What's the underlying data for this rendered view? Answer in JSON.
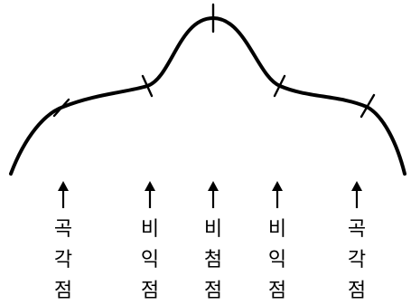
{
  "diagram": {
    "curve_color": "#000000",
    "points": [
      {
        "kind": "inflection",
        "label_chars": [
          "곡",
          "각",
          "점"
        ]
      },
      {
        "kind": "non-stationary",
        "label_chars": [
          "비",
          "익",
          "점"
        ]
      },
      {
        "kind": "peak",
        "label_chars": [
          "비",
          "첨",
          "점"
        ]
      },
      {
        "kind": "non-stationary",
        "label_chars": [
          "비",
          "익",
          "점"
        ]
      },
      {
        "kind": "inflection",
        "label_chars": [
          "곡",
          "각",
          "점"
        ]
      }
    ]
  }
}
